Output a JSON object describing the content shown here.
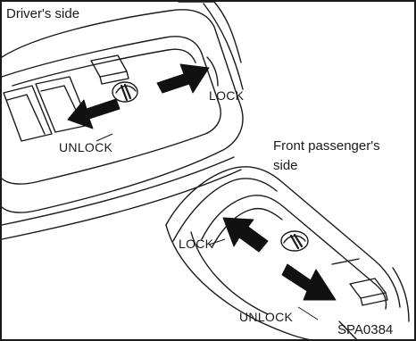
{
  "labels": {
    "driver_side": "Driver's side",
    "passenger_side_line1": "Front passenger's",
    "passenger_side_line2": "side",
    "driver_lock": "LOCK",
    "driver_unlock": "UNLOCK",
    "passenger_lock": "LOCK",
    "passenger_unlock": "UNLOCK",
    "figure_code": "SPA0384"
  },
  "colors": {
    "ink": "#1a1a1a",
    "arrow_fill": "#111111",
    "background": "#ffffff"
  }
}
